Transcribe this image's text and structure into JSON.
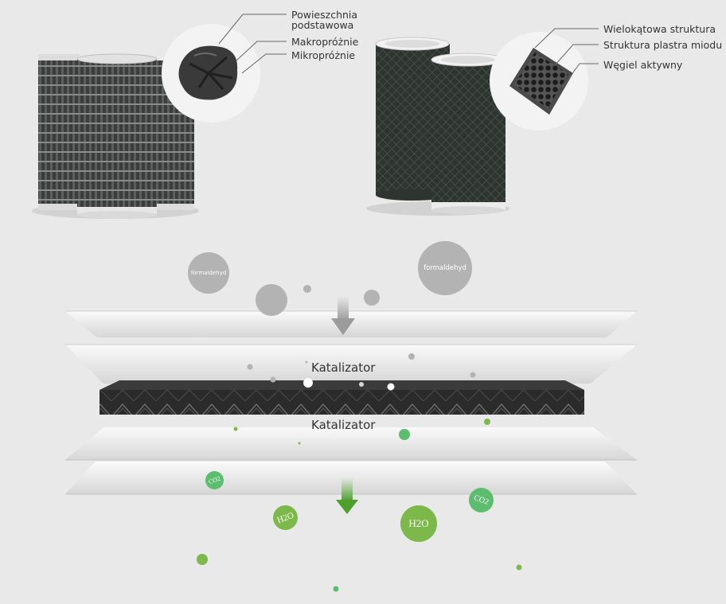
{
  "left_filter": {
    "callouts": [
      {
        "line1": "Powieszchnia",
        "line2": "podstawowa"
      },
      {
        "line1": "Makropróżnie",
        "line2": ""
      },
      {
        "line1": "Mikropróżnie",
        "line2": ""
      }
    ]
  },
  "right_filter": {
    "callouts": [
      {
        "label": "Wielokątowa struktura"
      },
      {
        "label": "Struktura plastra miodu"
      },
      {
        "label": "Węgiel aktywny"
      }
    ]
  },
  "process": {
    "upper_layer_label": "Katalizator",
    "lower_layer_label": "Katalizator",
    "input_molecules": [
      "formaldehyd",
      "formaldehyd"
    ],
    "output_molecules": [
      "CO2",
      "H2O",
      "H2O",
      "CO2"
    ]
  },
  "colors": {
    "background": "#e9e9e9",
    "input_molecule": "#b3b3b3",
    "output_molecule_green": "#5cbd6e",
    "output_molecule_lime": "#7db94a",
    "carbon_layer": "#2b2b2b",
    "down_arrow_input": "#a6a6a6",
    "down_arrow_output": "#5da83a"
  }
}
